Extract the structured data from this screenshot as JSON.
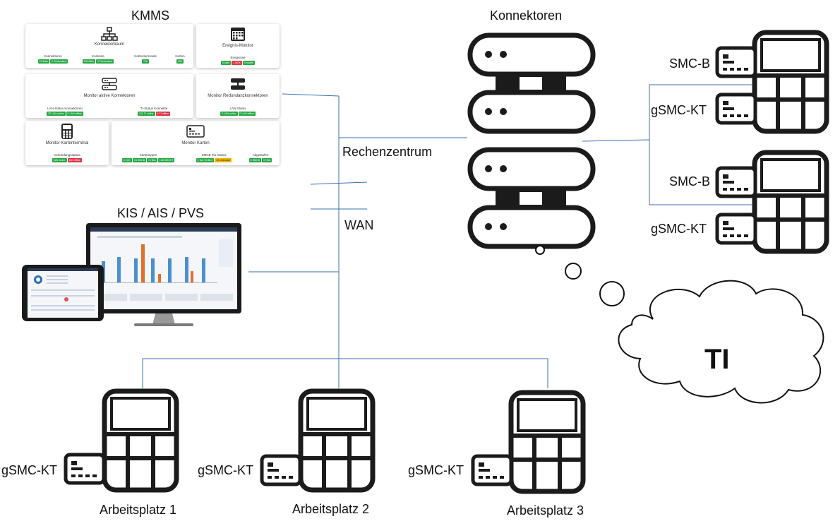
{
  "labels": {
    "kmms": "KMMS",
    "konnektoren": "Konnektoren",
    "rechenzentrum": "Rechenzentrum",
    "wan": "WAN",
    "kis": "KIS / AIS / PVS",
    "ti": "TI",
    "smcb1": "SMC-B",
    "gsmckt1": "gSMC-KT",
    "smcb2": "SMC-B",
    "gsmckt2": "gSMC-KT",
    "ap1_card": "gSMC-KT",
    "ap2_card": "gSMC-KT",
    "ap3_card": "gSMC-KT",
    "ap1": "Arbeitsplatz 1",
    "ap2": "Arbeitsplatz 2",
    "ap3": "Arbeitsplatz 3"
  },
  "kmms": {
    "konnektorbaum": {
      "title": "Konnektorbaum",
      "cols": [
        {
          "label": "Konnektoren",
          "badges": [
            {
              "t": "12 Aktiv",
              "c": "g"
            },
            {
              "t": "0 Redundanz",
              "c": "g"
            }
          ]
        },
        {
          "label": "Kontexte",
          "badges": [
            {
              "t": "135 Aktiv",
              "c": "g"
            },
            {
              "t": "0 Redundanz",
              "c": "g"
            }
          ]
        },
        {
          "label": "Kartenterminals",
          "badges": [
            {
              "t": "706",
              "c": "g"
            }
          ]
        },
        {
          "label": "Karten",
          "badges": [
            {
              "t": "950",
              "c": "g"
            }
          ]
        }
      ]
    },
    "ereignis": {
      "title": "Ereignis-Monitor",
      "cols": [
        {
          "label": "Ereignisse",
          "badges": [
            {
              "t": "9 aktiv",
              "c": "g"
            },
            {
              "t": "1 NOK",
              "c": "r"
            },
            {
              "t": "0 inaktiv",
              "c": "g"
            }
          ]
        }
      ]
    },
    "aktive": {
      "title": "Monitor aktive Konnektoren",
      "cols": [
        {
          "label": "LAN-Status Konnektoren",
          "badges": [
            {
              "t": "22 LAN online",
              "c": "g"
            },
            {
              "t": "0 LAN offline",
              "c": "g"
            }
          ]
        },
        {
          "label": "TI-Status Konnekte",
          "badges": [
            {
              "t": "131 TI online",
              "c": "g"
            },
            {
              "t": "4 TI offline",
              "c": "r"
            }
          ]
        }
      ]
    },
    "redundanz": {
      "title": "Monitor Redundanzkonnektoren",
      "cols": [
        {
          "label": "LAN-Status",
          "badges": [
            {
              "t": "9 LAN online",
              "c": "g"
            },
            {
              "t": "0 LAN offline",
              "c": "g"
            }
          ]
        }
      ]
    },
    "kartenterminal": {
      "title": "Monitor Kartenterminal",
      "cols": [
        {
          "label": "Verbindungsstatus",
          "badges": [
            {
              "t": "526 online",
              "c": "g"
            },
            {
              "t": "180 offline",
              "c": "r"
            }
          ]
        }
      ]
    },
    "karten": {
      "title": "Monitor Karten",
      "cols": [
        {
          "label": "Kartentypen",
          "badges": [
            {
              "t": "0 eGK",
              "c": "g"
            },
            {
              "t": "24 SMCB",
              "c": "g"
            },
            {
              "t": "0 HBA",
              "c": "g"
            },
            {
              "t": "106 SMCKT",
              "c": "g"
            }
          ]
        },
        {
          "label": "SMCB Pin-Status",
          "badges": [
            {
              "t": "0 Not Verified",
              "c": "g"
            },
            {
              "t": "12 Unknown",
              "c": "y"
            }
          ]
        },
        {
          "label": "Abgelaufen",
          "badges": [
            {
              "t": "0 SMCB",
              "c": "g"
            },
            {
              "t": "0 HBA",
              "c": "g"
            }
          ]
        }
      ]
    }
  },
  "icons": [
    "sitemap-icon",
    "calendar-icon",
    "server-icon",
    "card-terminal-icon",
    "id-card-icon",
    "cloud-icon",
    "monitor-icon",
    "tablet-icon"
  ],
  "colors": {
    "line": "#3a6fb0",
    "icon": "#1b1b1b",
    "ok": "#27a844",
    "error": "#dc3545",
    "warn": "#f0b400",
    "bar_blue": "#4a90d0",
    "bar_orange": "#e0702a"
  }
}
